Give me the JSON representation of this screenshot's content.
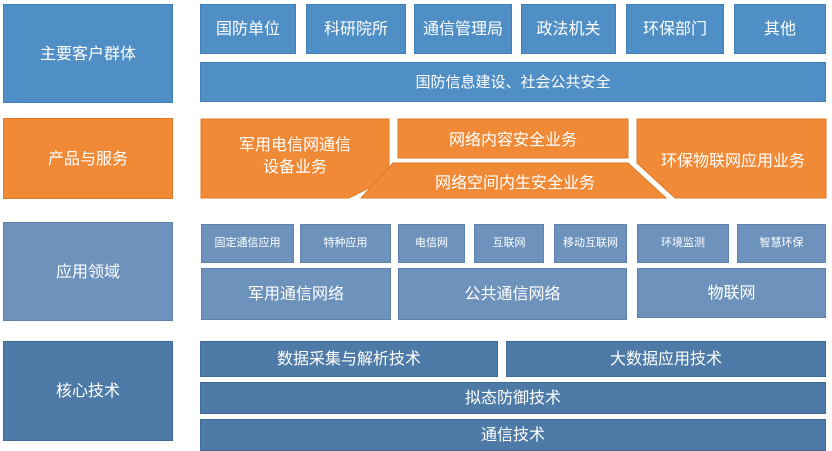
{
  "rows": {
    "customers": {
      "label": "主要客户群体",
      "items": [
        "国防单位",
        "科研院所",
        "通信管理局",
        "政法机关",
        "环保部门",
        "其他"
      ],
      "banner": "国防信息建设、社会公共安全"
    },
    "products": {
      "label": "产品与服务",
      "left": "军用电信网通信\n设备业务",
      "center_top": "网络内容安全业务",
      "center_bottom": "网络空间内生安全业务",
      "right": "环保物联网应用业务"
    },
    "applications": {
      "label": "应用领域",
      "military_items": [
        "固定通信应用",
        "特种应用"
      ],
      "military_group": "军用通信网络",
      "public_items": [
        "电信网",
        "互联网",
        "移动互联网"
      ],
      "public_group": "公共通信网络",
      "iot_items": [
        "环境监测",
        "智慧环保"
      ],
      "iot_group": "物联网"
    },
    "core": {
      "label": "核心技术",
      "tech1": "数据采集与解析技术",
      "tech2": "大数据应用技术",
      "tech3": "拟态防御技术",
      "tech4": "通信技术"
    }
  },
  "colors": {
    "customers": "#4f8fc6",
    "products": "#f18a37",
    "applications": "#6d93bd",
    "core": "#4d7aa6"
  }
}
